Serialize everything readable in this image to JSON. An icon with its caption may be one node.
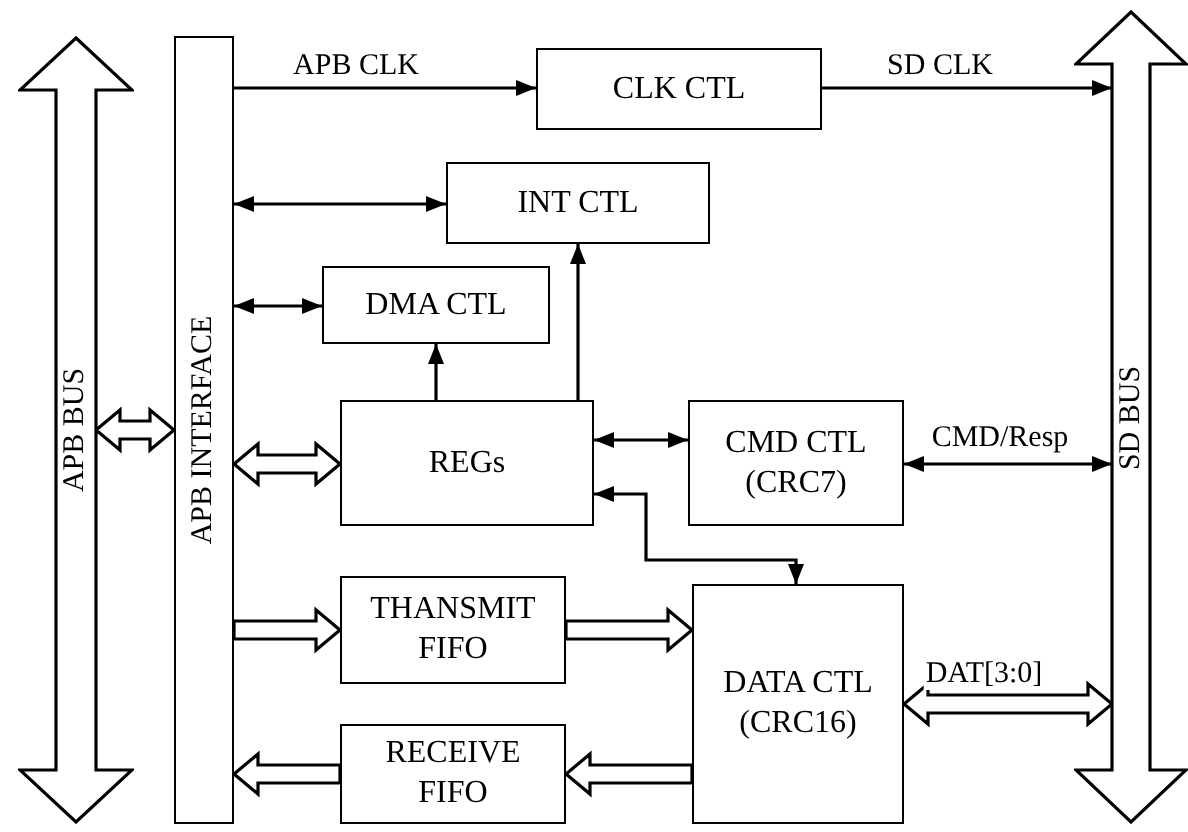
{
  "diagram": {
    "nodes": [
      {
        "text": [
          "APB BUS"
        ]
      },
      {
        "text": [
          "APB INTERFACE"
        ]
      },
      {
        "text": [
          "CLK CTL"
        ]
      },
      {
        "text": [
          "INT CTL"
        ]
      },
      {
        "text": [
          "DMA CTL"
        ]
      },
      {
        "text": [
          "REGs"
        ]
      },
      {
        "text": [
          "CMD CTL (CRC7)"
        ]
      },
      {
        "text": [
          "THANSMIT FIFO"
        ]
      },
      {
        "text": [
          "RECEIVE FIFO"
        ]
      },
      {
        "text": [
          "DATA CTL (CRC16)"
        ]
      },
      {
        "text": [
          "SD BUS"
        ]
      }
    ],
    "edges": [
      {
        "from": 1,
        "to": 2,
        "arrow": "to",
        "label": "APB CLK"
      },
      {
        "from": 2,
        "to": 10,
        "arrow": "to",
        "label": "SD CLK"
      },
      {
        "from": 1,
        "to": 3,
        "arrow": "both"
      },
      {
        "from": 1,
        "to": 4,
        "arrow": "both"
      },
      {
        "from": 5,
        "to": 4,
        "arrow": "to"
      },
      {
        "from": 5,
        "to": 3,
        "arrow": "to"
      },
      {
        "from": 0,
        "to": 1,
        "arrow": "both",
        "style": "thick"
      },
      {
        "from": 1,
        "to": 5,
        "arrow": "both",
        "style": "thick"
      },
      {
        "from": 5,
        "to": 6,
        "arrow": "both"
      },
      {
        "from": 6,
        "to": 10,
        "arrow": "both",
        "label": "CMD/Resp"
      },
      {
        "from": 5,
        "to": 9,
        "arrow": "both"
      },
      {
        "from": 1,
        "to": 7,
        "arrow": "to",
        "style": "thick"
      },
      {
        "from": 7,
        "to": 9,
        "arrow": "to",
        "style": "thick"
      },
      {
        "from": 9,
        "to": 8,
        "arrow": "to",
        "style": "thick"
      },
      {
        "from": 8,
        "to": 1,
        "arrow": "to",
        "style": "thick"
      },
      {
        "from": 9,
        "to": 10,
        "arrow": "both",
        "style": "thick",
        "label": "DAT[3:0]"
      }
    ]
  }
}
